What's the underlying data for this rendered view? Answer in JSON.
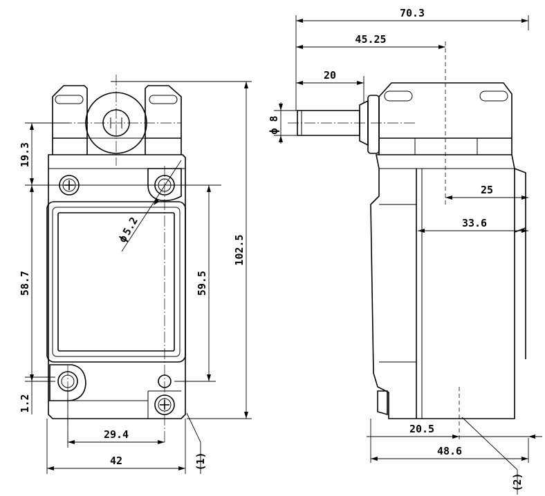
{
  "dimensions": {
    "left_view": {
      "d19_3": "19.3",
      "d58_7": "58.7",
      "d1_2": "1.2",
      "d5_2": "5.2",
      "d59_5": "59.5",
      "d102_5": "102.5",
      "d29_4": "29.4",
      "d42": "42",
      "note1": "(1)"
    },
    "right_view": {
      "d70_3": "70.3",
      "d45_25": "45.25",
      "d20": "20",
      "d8": "8",
      "d25": "25",
      "d33_6": "33.6",
      "d20_5": "20.5",
      "d48_6": "48.6",
      "note2": "(2)"
    }
  },
  "symbols": {
    "phi": "ϕ"
  }
}
